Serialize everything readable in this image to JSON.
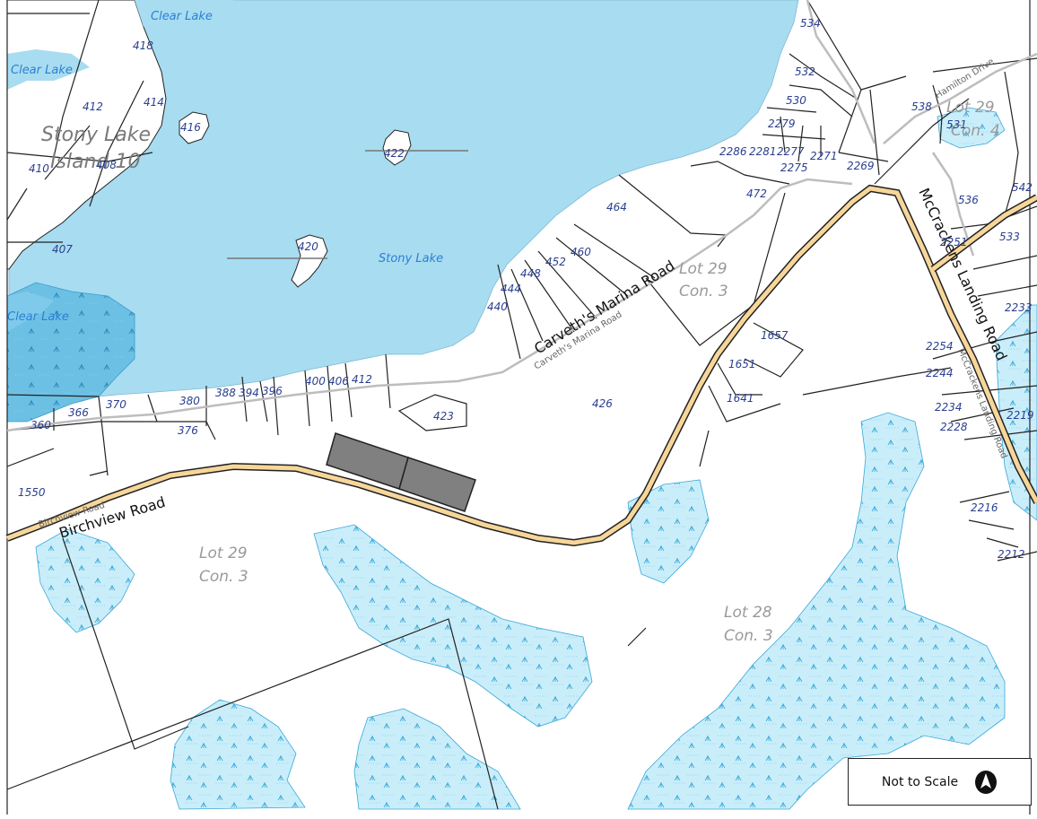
{
  "colors": {
    "water": "#a8dcf0",
    "wetland": "#c8ecf8",
    "road_fill": "#f7d69a",
    "subject": "#808080"
  },
  "water_labels": {
    "clear_lake_top": "Clear Lake",
    "clear_lake_left": "Clear Lake",
    "clear_lake_lower": "Clear Lake",
    "stony_lake": "Stony Lake"
  },
  "island_label": {
    "line1": "Stony Lake",
    "line2": "Island 10"
  },
  "roads": {
    "birchview_main": "Birchview Road",
    "birchview_small": "Birchview Road",
    "caveths_main": "Carveth's Marina Road",
    "caveths_small": "Carveth's Marina Road",
    "mccrackens_main": "McCrackens Landing Road",
    "mccrackens_small": "McCrackens Landing Road",
    "hamilton": "Hamilton Drive"
  },
  "concessions": {
    "a_lot": "Lot 29",
    "a_con": "Con. 3",
    "b_lot": "Lot 29",
    "b_con": "Con. 3",
    "c_lot": "Lot 28",
    "c_con": "Con. 3",
    "d_lot": "Lot 29",
    "d_con": "Con. 4"
  },
  "lots": [
    "418",
    "412",
    "414",
    "416",
    "410",
    "408",
    "407",
    "422",
    "420",
    "534",
    "532",
    "530",
    "538",
    "531",
    "2279",
    "2286",
    "2281",
    "2277",
    "2271",
    "2275",
    "2269",
    "472",
    "464",
    "460",
    "452",
    "448",
    "444",
    "440",
    "536",
    "542",
    "2251",
    "533",
    "2233",
    "1657",
    "1651",
    "1641",
    "2254",
    "2244",
    "2234",
    "2228",
    "2219",
    "426",
    "423",
    "412",
    "406",
    "400",
    "396",
    "394",
    "388",
    "380",
    "376",
    "370",
    "366",
    "360",
    "1550",
    "2216",
    "2212"
  ],
  "scale_box": {
    "text": "Not to Scale",
    "north_icon": "north-arrow-icon"
  }
}
